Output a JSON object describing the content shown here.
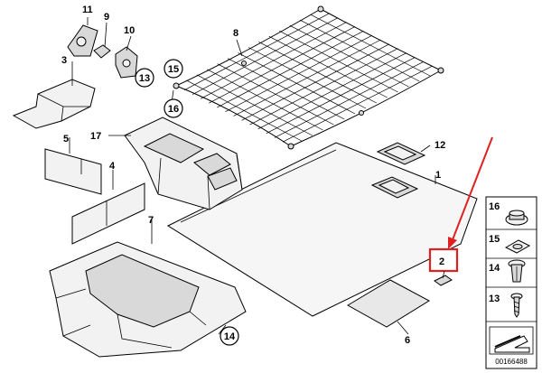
{
  "diagram": {
    "part_numbers": {
      "p1": "1",
      "p2": "2",
      "p3": "3",
      "p4": "4",
      "p5": "5",
      "p6": "6",
      "p7": "7",
      "p8": "8",
      "p9": "9",
      "p10": "10",
      "p11": "11",
      "p12": "12",
      "p13": "13",
      "p14": "14",
      "p15": "15",
      "p16": "16",
      "p17": "17"
    },
    "circled_labels": {
      "c13a": "13",
      "c14": "14",
      "c15": "15",
      "c16": "16"
    },
    "legend": {
      "items": [
        {
          "num": "16",
          "icon": "clip-cap-icon"
        },
        {
          "num": "15",
          "icon": "clip-nut-icon"
        },
        {
          "num": "14",
          "icon": "expanding-rivet-icon"
        },
        {
          "num": "13",
          "icon": "screw-icon"
        }
      ],
      "doc_number": "00166488"
    },
    "highlight": {
      "label": "2",
      "color": "#e02020"
    },
    "arrow_color": "#e02020"
  }
}
